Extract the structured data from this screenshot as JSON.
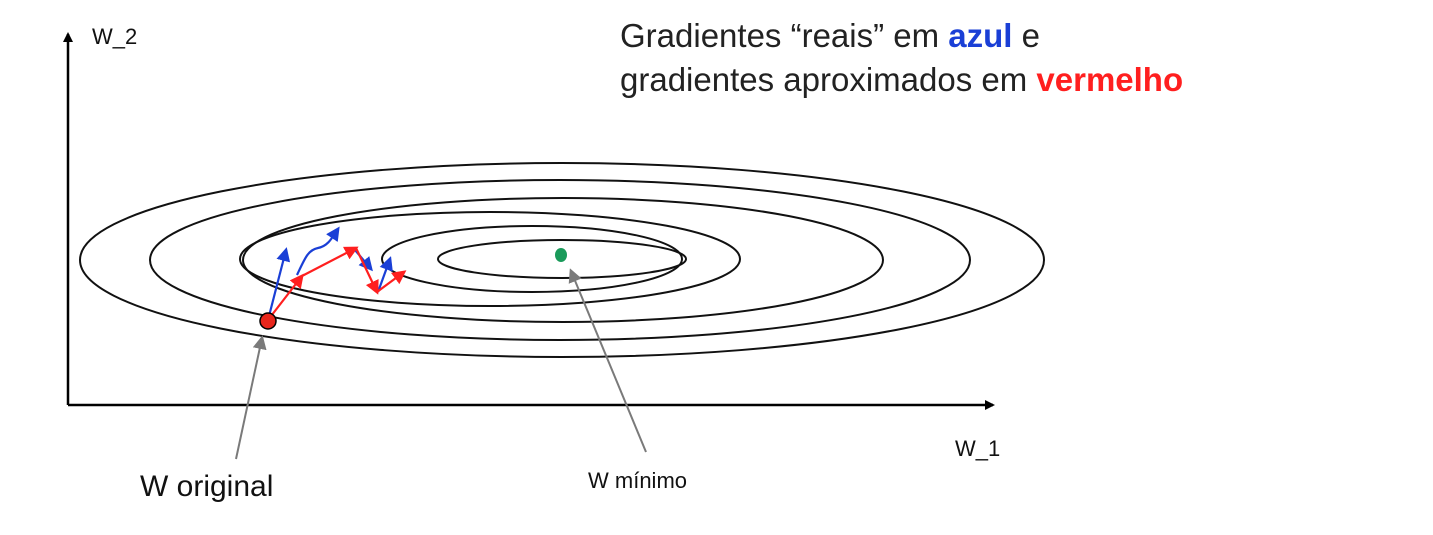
{
  "caption": {
    "line1_prefix": "Gradientes “reais” em ",
    "line1_highlight": "azul",
    "line1_suffix": " e",
    "line2_prefix": "gradientes aproximados em ",
    "line2_highlight": "vermelho"
  },
  "axes": {
    "y_label": "W_2",
    "x_label": "W_1"
  },
  "points": {
    "original_label": "W original",
    "minimum_label": "W mínimo"
  },
  "colors": {
    "true_gradient": "#1a3fd6",
    "approx_gradient": "#ff1f1f",
    "minimum_point": "#1a9a5a",
    "original_point": "#e8261c",
    "contour": "#111111",
    "pointer": "#7a7a7a"
  }
}
